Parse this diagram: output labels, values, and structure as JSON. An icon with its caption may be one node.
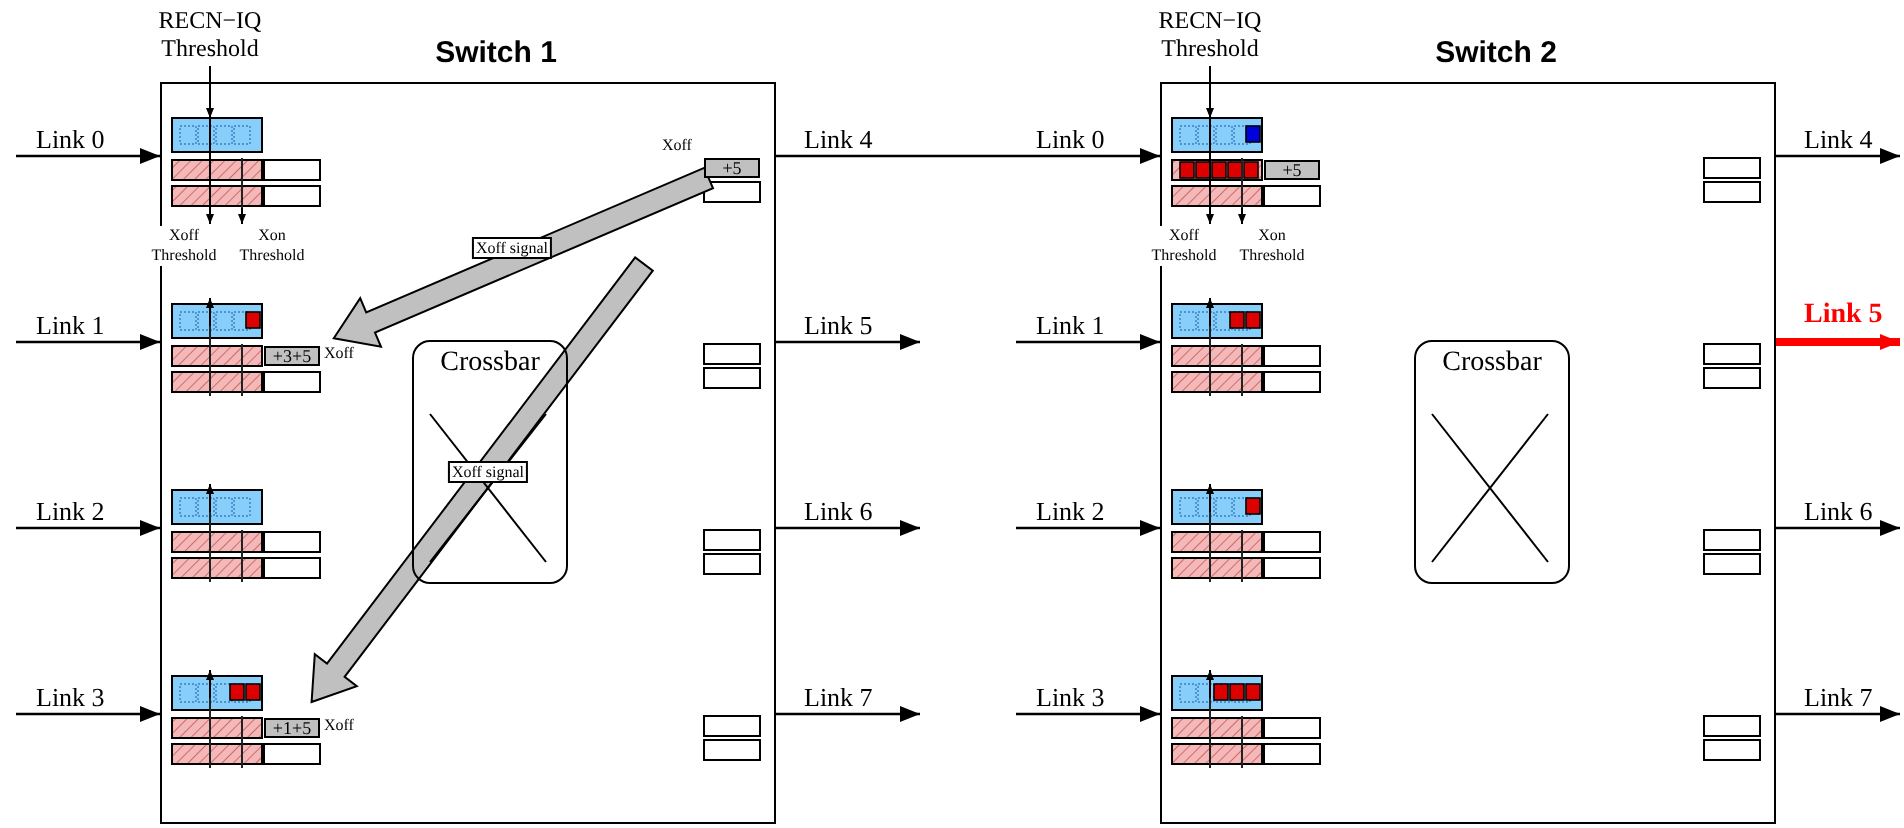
{
  "diagram": {
    "nodes": [
      {
        "text": [
          "Switch 1"
        ]
      },
      {
        "text": [
          "+5"
        ],
        "in": 0,
        "beside": [
          "Xoff"
        ]
      },
      {
        "text": [
          "+3+5"
        ],
        "in": 0,
        "beside": [
          "Xoff"
        ]
      },
      {
        "text": [
          "Crossbar"
        ],
        "in": 0
      },
      {
        "text": [
          "+1+5"
        ],
        "in": 0,
        "beside": [
          "Xoff"
        ]
      },
      {
        "text": [
          "Switch 2"
        ]
      },
      {
        "text": [
          "+5"
        ],
        "in": 5
      },
      {
        "text": [
          "Crossbar"
        ],
        "in": 5
      }
    ],
    "edges": [
      {
        "from": null,
        "to": 0,
        "arrow": "to",
        "label": "Link 0"
      },
      {
        "from": null,
        "to": 0,
        "arrow": "to",
        "label": "Link 1"
      },
      {
        "from": null,
        "to": 0,
        "arrow": "to",
        "label": "Link 2"
      },
      {
        "from": null,
        "to": 0,
        "arrow": "to",
        "label": "Link 3"
      },
      {
        "from": 0,
        "to": 5,
        "arrow": "to",
        "label": "Link 4"
      },
      {
        "from": 0,
        "to": null,
        "arrow": "to",
        "label": "Link 5"
      },
      {
        "from": 0,
        "to": null,
        "arrow": "to",
        "label": "Link 6"
      },
      {
        "from": 0,
        "to": null,
        "arrow": "to",
        "label": "Link 7"
      },
      {
        "from": null,
        "to": 5,
        "arrow": "to",
        "label": "Link 1"
      },
      {
        "from": null,
        "to": 5,
        "arrow": "to",
        "label": "Link 2"
      },
      {
        "from": null,
        "to": 5,
        "arrow": "to",
        "label": "Link 3"
      },
      {
        "from": 5,
        "to": null,
        "arrow": "to",
        "label": "Link 4"
      },
      {
        "from": 5,
        "to": null,
        "arrow": "to",
        "label": "Link 5",
        "style": "thick",
        "color": "#ff0000"
      },
      {
        "from": 5,
        "to": null,
        "arrow": "to",
        "label": "Link 6"
      },
      {
        "from": 5,
        "to": null,
        "arrow": "to",
        "label": "Link 7"
      },
      {
        "from": 1,
        "to": 2,
        "arrow": "to",
        "label": "Xoff signal",
        "style": "thick",
        "color": "#c0c0c0"
      },
      {
        "from": null,
        "to": 4,
        "arrow": "to",
        "label": "Xoff signal",
        "style": "thick",
        "color": "#c0c0c0"
      }
    ],
    "labels": [
      "RECN−IQ Threshold",
      "Xoff Threshold",
      "Xon Threshold",
      "Link 0",
      "RECN−IQ Threshold",
      "Xoff Threshold",
      "Xon Threshold"
    ]
  }
}
